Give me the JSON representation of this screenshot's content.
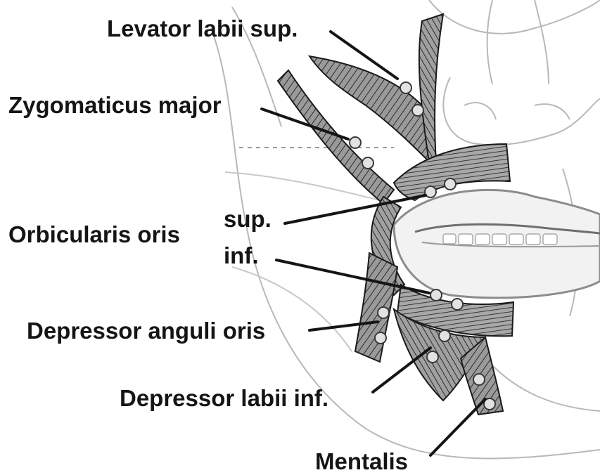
{
  "labels": {
    "levator": "Levator labii sup.",
    "zygomaticus": "Zygomaticus major",
    "orbicularis": "Orbicularis oris",
    "sup": "sup.",
    "inf": "inf.",
    "depressor_anguli": "Depressor anguli oris",
    "depressor_labii": "Depressor labii inf.",
    "mentalis": "Mentalis"
  },
  "colors": {
    "ink": "#151515",
    "skin_line": "#b8b8b8",
    "muscle_fill": "#8a8a8a",
    "marker": "#d9d9d9"
  }
}
